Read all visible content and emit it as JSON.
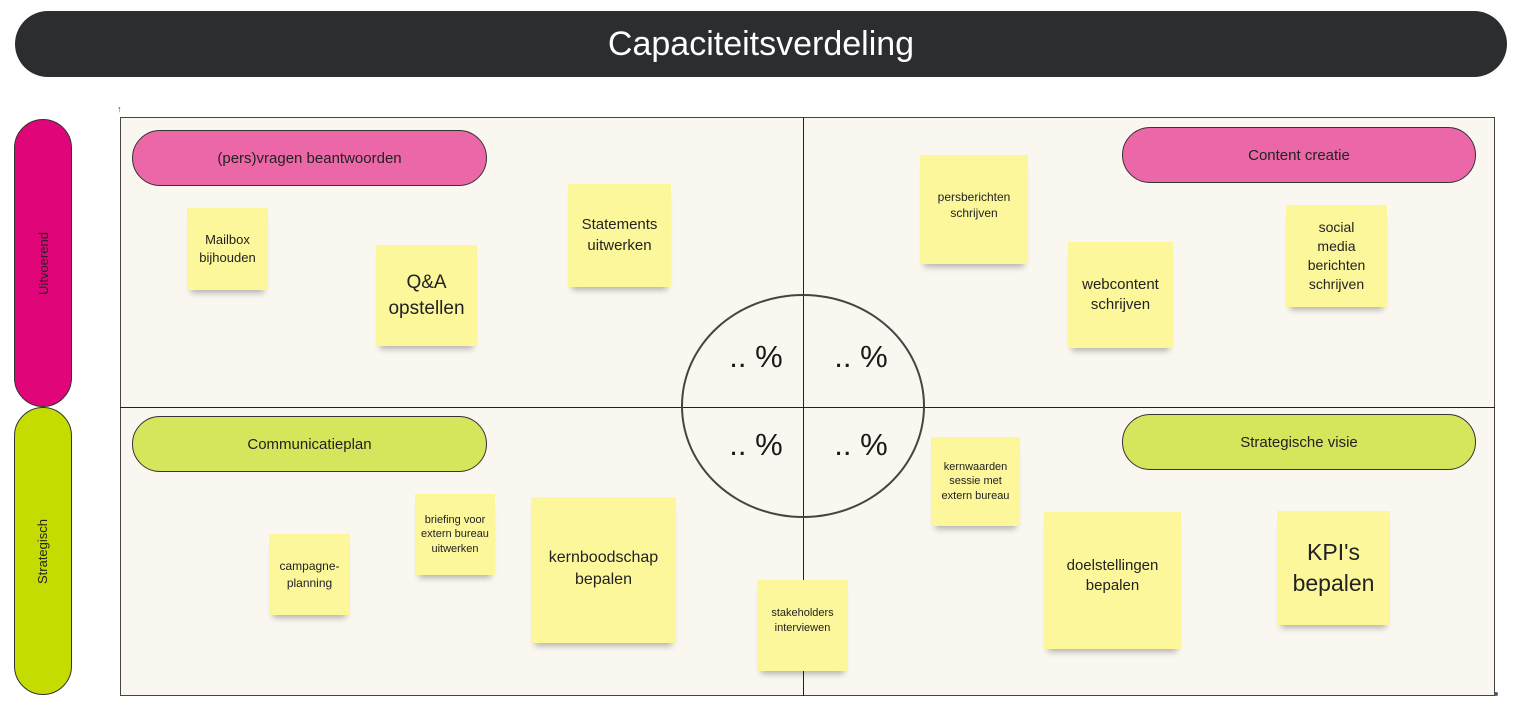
{
  "title": "Capaciteitsverdeling",
  "colors": {
    "title_bg": "#2b2d31",
    "uitvoerend": "#e0067a",
    "strategisch": "#c5dc00",
    "pink_pill": "#ec67a8",
    "green_pill": "#d6e65c",
    "sticky": "#fdf79c",
    "board": "#faf7f0"
  },
  "side_labels": {
    "top": "Uitvoerend",
    "bottom": "Strategisch"
  },
  "quadrant_pills": {
    "top_left": "(pers)vragen beantwoorden",
    "top_right": "Content creatie",
    "bottom_left": "Communicatieplan",
    "bottom_right": "Strategische visie"
  },
  "percentages": {
    "top_left": ".. %",
    "top_right": ".. %",
    "bottom_left": ".. %",
    "bottom_right": ".. %"
  },
  "notes": {
    "mailbox": "Mailbox bijhouden",
    "qa": "Q&A opstellen",
    "statements": "Statements uitwerken",
    "persberichten": "persberichten schrijven",
    "webcontent": "webcontent schrijven",
    "social": "social media berichten schrijven",
    "campagne": "campagne-planning",
    "briefing": "briefing voor extern bureau uitwerken",
    "kernboodschap": "kernboodschap bepalen",
    "stakeholders": "stakeholders interviewen",
    "kernwaarden": "kernwaarden sessie met extern bureau",
    "doelstellingen": "doelstellingen bepalen",
    "kpi": "KPI's bepalen"
  }
}
